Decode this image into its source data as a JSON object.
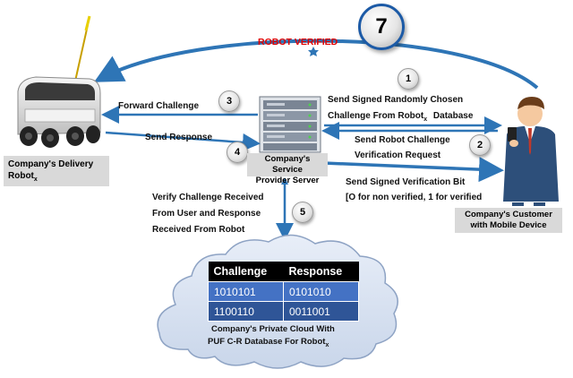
{
  "colors": {
    "arrow_blue": "#2e75b6",
    "verified_red": "#e00000",
    "cloud_fill": "#d6e0ef",
    "table_header": "#000000",
    "table_row": "#4472c4"
  },
  "verified": {
    "label": "ROBOT VERIFIED",
    "step": "7"
  },
  "robot": {
    "caption_line1": "Company's Delivery",
    "caption_line2": "Robot",
    "caption_sub": "x"
  },
  "server": {
    "caption_line1": "Company's Service",
    "caption_line2": "Provider Server"
  },
  "customer": {
    "caption_line1": "Company's Customer",
    "caption_line2": "with Mobile Device"
  },
  "steps": {
    "s1": "1",
    "s2": "2",
    "s3": "3",
    "s4": "4",
    "s5": "5"
  },
  "messages": {
    "forward_challenge": "Forward Challenge",
    "send_response": "Send Response",
    "signed_challenge_line1": "Send Signed Randomly Chosen",
    "signed_challenge_line2_pre": "Challenge From Robot",
    "signed_challenge_line2_sub": "x",
    "signed_challenge_line2_post": "Database",
    "robot_challenge_line1": "Send Robot Challenge",
    "robot_challenge_line2": "Verification Request",
    "verification_bit_line1": "Send Signed Verification Bit",
    "verification_bit_line2": "[O for non verified, 1 for verified",
    "verify_line1": "Verify Challenge Received",
    "verify_line2": "From User and Response",
    "verify_line3": "Received From Robot"
  },
  "cloud": {
    "caption_line1": "Company's Private Cloud With",
    "caption_line2_pre": "PUF C-R Database For Robot",
    "caption_line2_sub": "x"
  },
  "cr_table": {
    "headers": [
      "Challenge",
      "Response"
    ],
    "rows": [
      [
        "1010101",
        "0101010"
      ],
      [
        "1100110",
        "0011001"
      ]
    ]
  }
}
